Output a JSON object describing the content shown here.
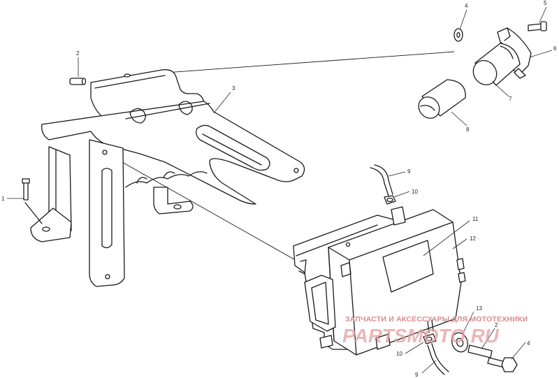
{
  "diagram": {
    "callouts": [
      "1",
      "2",
      "3",
      "4",
      "5",
      "6",
      "7",
      "8",
      "9",
      "10",
      "11",
      "12",
      "13",
      "2",
      "4",
      "10",
      "9"
    ]
  },
  "watermark": {
    "tagline": "ЗАПЧАСТИ И АКСЕССУАРЫ ДЛЯ МОТОТЕХНИКИ",
    "brand": "PARTSMOTO.RU"
  }
}
